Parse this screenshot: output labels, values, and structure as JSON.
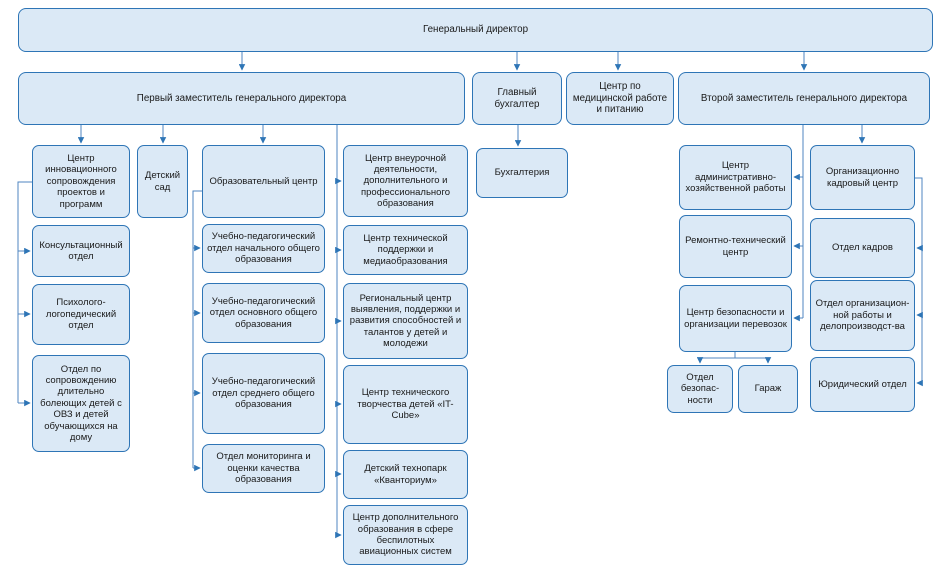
{
  "colors": {
    "box_fill": "#dbe9f6",
    "box_border": "#2e75b6",
    "connector": "#4f86c0",
    "arrow": "#2e75b6",
    "text": "#1a1a1a",
    "bg": "#ffffff"
  },
  "nodes": {
    "gen_director": "Генеральный директор",
    "first_deputy": "Первый заместитель генерального директора",
    "chief_accountant": "Главный бухгалтер",
    "med_center": "Центр по медицинской работе и питанию",
    "second_deputy": "Второй заместитель генерального директора",
    "innov_center": "Центр инновационного сопровождения проектов и программ",
    "kindergarten": "Детский сад",
    "edu_center": "Образовательный центр",
    "vneuroch_center": "Центр внеурочной деятельности, дополнительного и профессионального образования",
    "consult_dept": "Консультационный отдел",
    "psycho_dept": "Психолого-логопедический отдел",
    "homecare_dept": "Отдел по сопровождению длительно болеющих детей с ОВЗ и детей обучающихся на дому",
    "uchped_nach": "Учебно-педагогический отдел начального общего образования",
    "uchped_osn": "Учебно-педагогический отдел основного общего образования",
    "uchped_sred": "Учебно-педагогический отдел среднего общего образования",
    "monitoring_dept": "Отдел мониторинга и оценки качества образования",
    "tech_support": "Центр технической поддержки и медиаобразования",
    "regional_center": "Региональный центр выявления, поддержки и развития способностей и талантов у детей и молодежи",
    "it_cube": "Центр технического творчества детей «IT-Cube»",
    "kvantorium": "Детский технопарк «Кванториум»",
    "drone_center": "Центр дополнительного образования в сфере беспилотных авиационных систем",
    "accounting": "Бухгалтерия",
    "admin_center": "Центр административно-хозяйственной работы",
    "repair_center": "Ремонтно-технический центр",
    "security_center": "Центр безопасности и организации перевозок",
    "security_dept": "Отдел безопас-ности",
    "garage": "Гараж",
    "org_kadr_center": "Организационно кадровый центр",
    "hr_dept": "Отдел кадров",
    "org_work_dept": "Отдел организацион-ной работы и делопроизводст-ва",
    "legal_dept": "Юридический отдел"
  },
  "edges": [
    {
      "from": "gen_director",
      "to": "first_deputy"
    },
    {
      "from": "gen_director",
      "to": "chief_accountant"
    },
    {
      "from": "gen_director",
      "to": "med_center"
    },
    {
      "from": "gen_director",
      "to": "second_deputy"
    },
    {
      "from": "first_deputy",
      "to": "innov_center"
    },
    {
      "from": "first_deputy",
      "to": "kindergarten"
    },
    {
      "from": "first_deputy",
      "to": "edu_center"
    },
    {
      "from": "first_deputy",
      "to": "vneuroch_center"
    },
    {
      "from": "first_deputy",
      "to": "tech_support"
    },
    {
      "from": "first_deputy",
      "to": "regional_center"
    },
    {
      "from": "first_deputy",
      "to": "it_cube"
    },
    {
      "from": "first_deputy",
      "to": "kvantorium"
    },
    {
      "from": "first_deputy",
      "to": "drone_center"
    },
    {
      "from": "innov_center",
      "to": "consult_dept"
    },
    {
      "from": "innov_center",
      "to": "psycho_dept"
    },
    {
      "from": "innov_center",
      "to": "homecare_dept"
    },
    {
      "from": "edu_center",
      "to": "uchped_nach"
    },
    {
      "from": "edu_center",
      "to": "uchped_osn"
    },
    {
      "from": "edu_center",
      "to": "uchped_sred"
    },
    {
      "from": "edu_center",
      "to": "monitoring_dept"
    },
    {
      "from": "chief_accountant",
      "to": "accounting"
    },
    {
      "from": "second_deputy",
      "to": "admin_center"
    },
    {
      "from": "second_deputy",
      "to": "repair_center"
    },
    {
      "from": "second_deputy",
      "to": "security_center"
    },
    {
      "from": "second_deputy",
      "to": "org_kadr_center"
    },
    {
      "from": "org_kadr_center",
      "to": "hr_dept"
    },
    {
      "from": "org_kadr_center",
      "to": "org_work_dept"
    },
    {
      "from": "org_kadr_center",
      "to": "legal_dept"
    },
    {
      "from": "security_center",
      "to": "security_dept"
    },
    {
      "from": "security_center",
      "to": "garage"
    }
  ]
}
